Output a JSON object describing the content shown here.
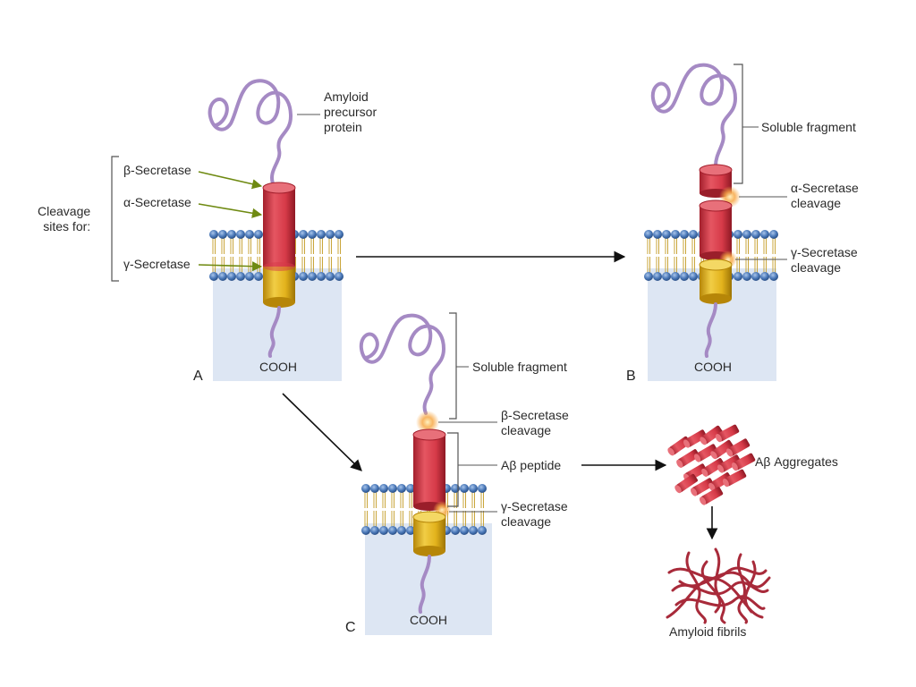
{
  "panel_a": {
    "letter": "A",
    "protein_label": [
      "Amyloid",
      "precursor",
      "protein"
    ],
    "cleavage_label": [
      "Cleavage",
      "sites for:"
    ],
    "beta": "β-Secretase",
    "alpha": "α-Secretase",
    "gamma": "γ-Secretase",
    "cooh": "COOH"
  },
  "panel_b": {
    "letter": "B",
    "soluble": "Soluble fragment",
    "alpha_cleavage": [
      "α-Secretase",
      "cleavage"
    ],
    "gamma_cleavage": [
      "γ-Secretase",
      "cleavage"
    ],
    "cooh": "COOH"
  },
  "panel_c": {
    "letter": "C",
    "soluble": "Soluble fragment",
    "beta_cleavage": [
      "β-Secretase",
      "cleavage"
    ],
    "abeta": "Aβ peptide",
    "gamma_cleavage": [
      "γ-Secretase",
      "cleavage"
    ],
    "cooh": "COOH"
  },
  "aggregates": "Aβ Aggregates",
  "fibrils": "Amyloid fibrils",
  "colors": {
    "red": "#d63a48",
    "yellow": "#e2b21c",
    "lipid_head": "#4a78b8",
    "cytoplasm": "#dde6f3",
    "chain": "#a58ac4",
    "glow": "#f7a948"
  }
}
